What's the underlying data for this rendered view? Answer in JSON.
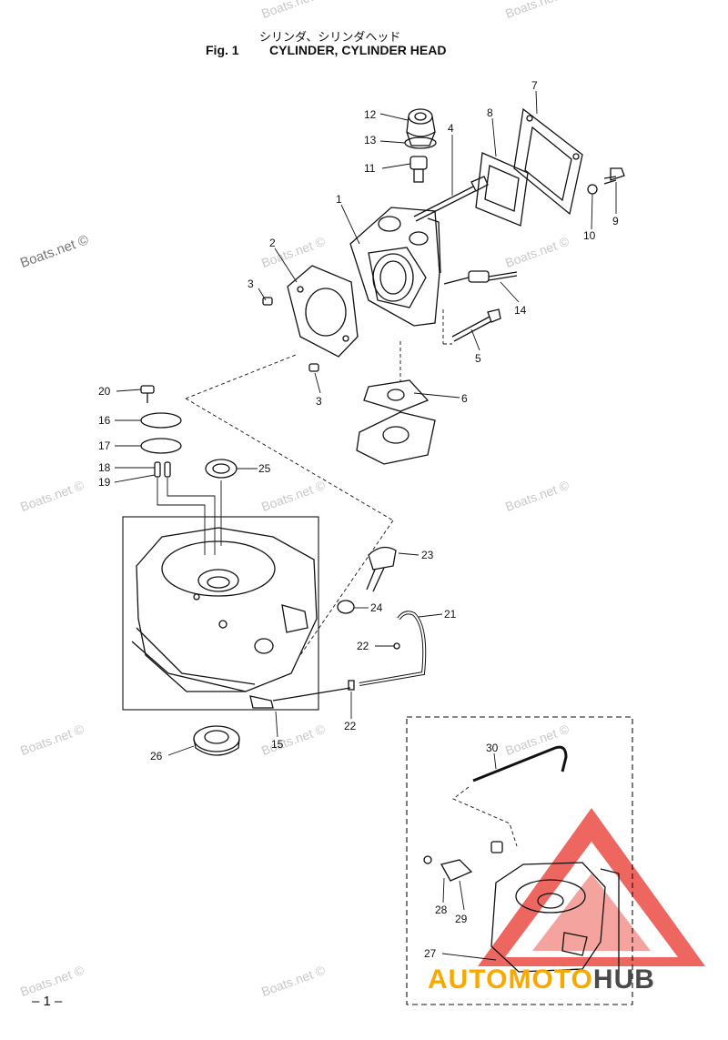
{
  "header": {
    "title_jp": "シリンダ、シリンダヘッド",
    "fig_label": "Fig. 1",
    "title_en": "CYLINDER, CYLINDER HEAD"
  },
  "page_number": "– 1 –",
  "watermarks": [
    {
      "text": "Boats.net ©",
      "style": "light"
    },
    {
      "text": "Boats.net ©",
      "style": "light"
    },
    {
      "text": "Boats.net ©",
      "style": "dark"
    },
    {
      "text": "Boats.net ©",
      "style": "light"
    },
    {
      "text": "Boats.net ©",
      "style": "light"
    },
    {
      "text": "Boats.net ©",
      "style": "light"
    },
    {
      "text": "Boats.net ©",
      "style": "light"
    },
    {
      "text": "Boats.net ©",
      "style": "light"
    },
    {
      "text": "Boats.net ©",
      "style": "light"
    },
    {
      "text": "Boats.net ©",
      "style": "light"
    },
    {
      "text": "Boats.net ©",
      "style": "light"
    },
    {
      "text": "Boats.net ©",
      "style": "light"
    },
    {
      "text": "Boats.net ©",
      "style": "light"
    }
  ],
  "callouts": [
    "1",
    "2",
    "3",
    "3",
    "4",
    "5",
    "6",
    "7",
    "8",
    "9",
    "10",
    "11",
    "12",
    "13",
    "14",
    "15",
    "16",
    "17",
    "18",
    "19",
    "20",
    "21",
    "22",
    "22",
    "23",
    "24",
    "25",
    "26",
    "27",
    "28",
    "29",
    "30"
  ],
  "logo": {
    "part_a": "AUTOMOTO",
    "part_b": "HUB",
    "color_a": "#f7a900",
    "color_b": "#4a4a4a",
    "triangle_color": "#e8332a"
  }
}
